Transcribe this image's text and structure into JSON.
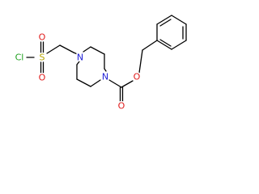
{
  "molecule": {
    "atoms": {
      "cl": "Cl",
      "s": "S",
      "o_sulfonyl_top": "O",
      "o_sulfonyl_bottom": "O",
      "n_left": "N",
      "n_right": "N",
      "o_carbonyl": "O",
      "o_ester": "O"
    }
  },
  "colors": {
    "bond": "#000000",
    "atom_default": "#000000",
    "nitrogen": "#1f1fd6",
    "oxygen": "#e01b1b",
    "sulfur": "#b5a400",
    "chlorine": "#1fa01f"
  }
}
